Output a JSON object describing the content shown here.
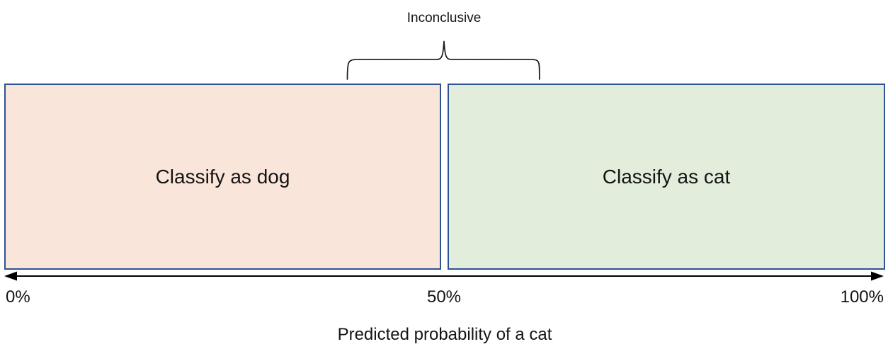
{
  "diagram": {
    "title_annotation": "Inconclusive",
    "regions": [
      {
        "key": "dog",
        "label": "Classify as dog",
        "fill": "#fae5da",
        "border": "#2e5395",
        "range": "0%-50%"
      },
      {
        "key": "cat",
        "label": "Classify as cat",
        "fill": "#e3eddb",
        "border": "#2e5395",
        "range": "50%-100%"
      }
    ],
    "axis": {
      "caption": "Predicted probability of a cat",
      "ticks": [
        "0%",
        "50%",
        "100%"
      ],
      "arrow_style": "double-headed",
      "line_color": "#000000"
    },
    "bracket": {
      "label": "Inconclusive",
      "spans_from": "~42%",
      "spans_to": "~61%",
      "stroke": "#1a1a1a"
    }
  },
  "chart_data": {
    "type": "bar",
    "orientation": "horizontal",
    "title": "",
    "xlabel": "Predicted probability of a cat",
    "ylabel": "",
    "xlim": [
      0,
      100
    ],
    "tick_labels": [
      "0%",
      "50%",
      "100%"
    ],
    "tick_values": [
      0,
      50,
      100
    ],
    "grid": false,
    "legend": "none",
    "categories": [
      "Classify as dog",
      "Classify as cat"
    ],
    "segments": [
      {
        "label": "Classify as dog",
        "start": 0,
        "end": 50,
        "value": 50,
        "color": "#fae5da",
        "edgecolor": "#2e5395"
      },
      {
        "label": "Classify as cat",
        "start": 50,
        "end": 100,
        "value": 50,
        "color": "#e3eddb",
        "edgecolor": "#2e5395"
      }
    ],
    "annotations": [
      {
        "text": "Inconclusive",
        "type": "brace",
        "start": 39,
        "end": 61,
        "apex": 50
      }
    ]
  }
}
